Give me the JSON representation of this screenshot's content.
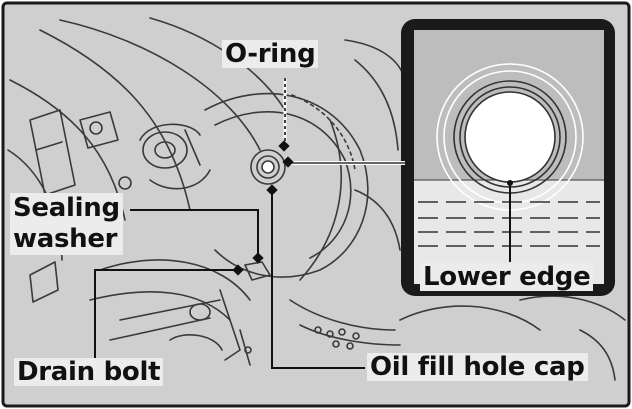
{
  "labels": {
    "o_ring": "O-ring",
    "sealing_washer_line1": "Sealing",
    "sealing_washer_line2": "washer",
    "drain_bolt": "Drain bolt",
    "oil_fill_hole_cap": "Oil fill hole cap",
    "lower_edge": "Lower edge"
  },
  "colors": {
    "background": "#cfcfcf",
    "frame": "#1a1a1a",
    "line_art": "#3a3a3a",
    "inset_top": "#bdbdbd",
    "inset_bottom": "#e8e8e8",
    "label_bg": "#ececec"
  }
}
